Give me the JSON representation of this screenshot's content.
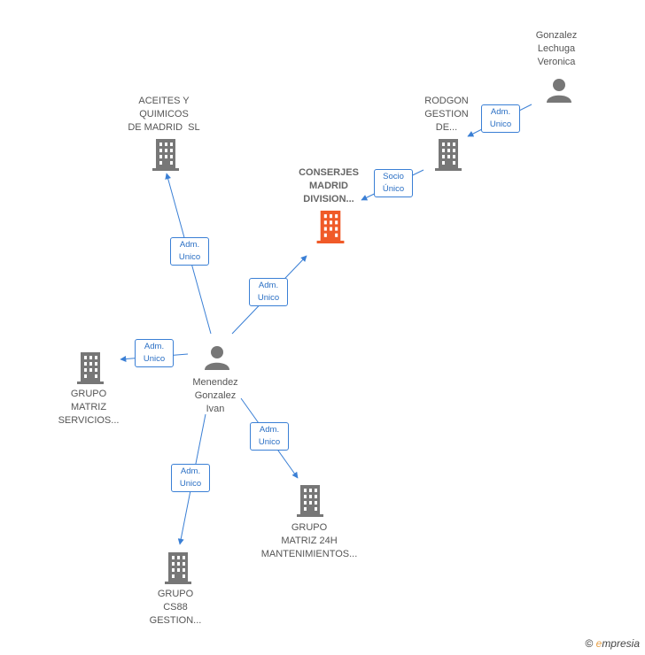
{
  "nodes": {
    "gonzalez": {
      "lines": [
        "Gonzalez",
        "Lechuga",
        "Veronica"
      ],
      "type": "person-icon"
    },
    "rodgon": {
      "lines": [
        "RODGON",
        "GESTION",
        "DE..."
      ],
      "type": "building-icon"
    },
    "aceites": {
      "lines": [
        "ACEITES Y",
        "QUIMICOS",
        "DE MADRID  SL"
      ],
      "type": "building-icon"
    },
    "conserjes": {
      "lines": [
        "CONSERJES",
        "MADRID",
        "DIVISION..."
      ],
      "type": "building-icon",
      "color": "#f05a28"
    },
    "menendez": {
      "lines": [
        "Menendez",
        "Gonzalez",
        "Ivan"
      ],
      "type": "person-icon"
    },
    "grupo_matriz_servicios": {
      "lines": [
        "GRUPO",
        "MATRIZ",
        "SERVICIOS..."
      ],
      "type": "building-icon"
    },
    "grupo_matriz_24h": {
      "lines": [
        "GRUPO",
        "MATRIZ 24H",
        "MANTENIMIENTOS..."
      ],
      "type": "building-icon"
    },
    "grupo_cs88": {
      "lines": [
        "GRUPO",
        "CS88",
        "GESTION..."
      ],
      "type": "building-icon"
    }
  },
  "edges": {
    "gonzalez_rodgon": [
      "Adm.",
      "Unico"
    ],
    "rodgon_conserjes": [
      "Socio",
      "Único"
    ],
    "menendez_aceites": [
      "Adm.",
      "Unico"
    ],
    "menendez_conserjes": [
      "Adm.",
      "Unico"
    ],
    "menendez_servicios": [
      "Adm.",
      "Unico"
    ],
    "menendez_24h": [
      "Adm.",
      "Unico"
    ],
    "menendez_cs88": [
      "Adm.",
      "Unico"
    ]
  },
  "colors": {
    "edge": "#3a7fd5",
    "icon": "#777777",
    "focus": "#f05a28"
  },
  "footer": {
    "copyright": "©",
    "brand_initial": "e",
    "brand_rest": "mpresia"
  }
}
